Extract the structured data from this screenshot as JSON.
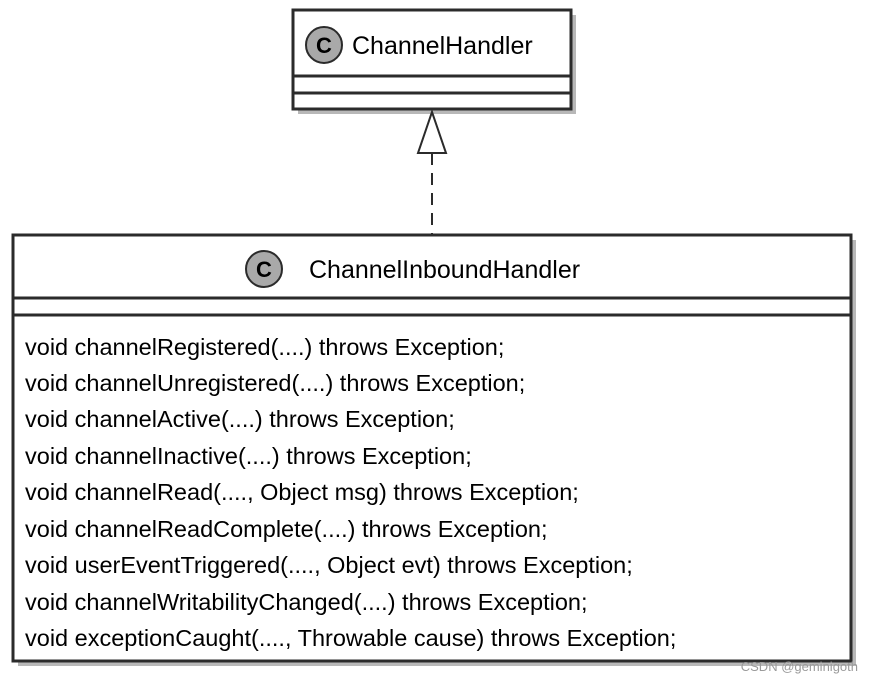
{
  "classes": [
    {
      "badge": "C",
      "name": "ChannelHandler",
      "methods": []
    },
    {
      "badge": "C",
      "name": "ChannelInboundHandler",
      "methods": [
        "void channelRegistered(....) throws Exception;",
        "void channelUnregistered(....) throws Exception;",
        "void channelActive(....) throws Exception;",
        "void channelInactive(....) throws Exception;",
        "void channelRead(...., Object msg) throws Exception;",
        "void channelReadComplete(....) throws Exception;",
        "void userEventTriggered(...., Object evt) throws Exception;",
        "void channelWritabilityChanged(....) throws Exception;",
        "void exceptionCaught(...., Throwable cause) throws Exception;"
      ]
    }
  ],
  "relationship": {
    "type": "realization",
    "from": "ChannelInboundHandler",
    "to": "ChannelHandler"
  },
  "colors": {
    "badge_fill": "#a9a9a9",
    "border": "#2b2b2b",
    "shadow": "#b8b8b8",
    "box_fill": "#ffffff"
  },
  "watermark": "CSDN @geminigoth"
}
